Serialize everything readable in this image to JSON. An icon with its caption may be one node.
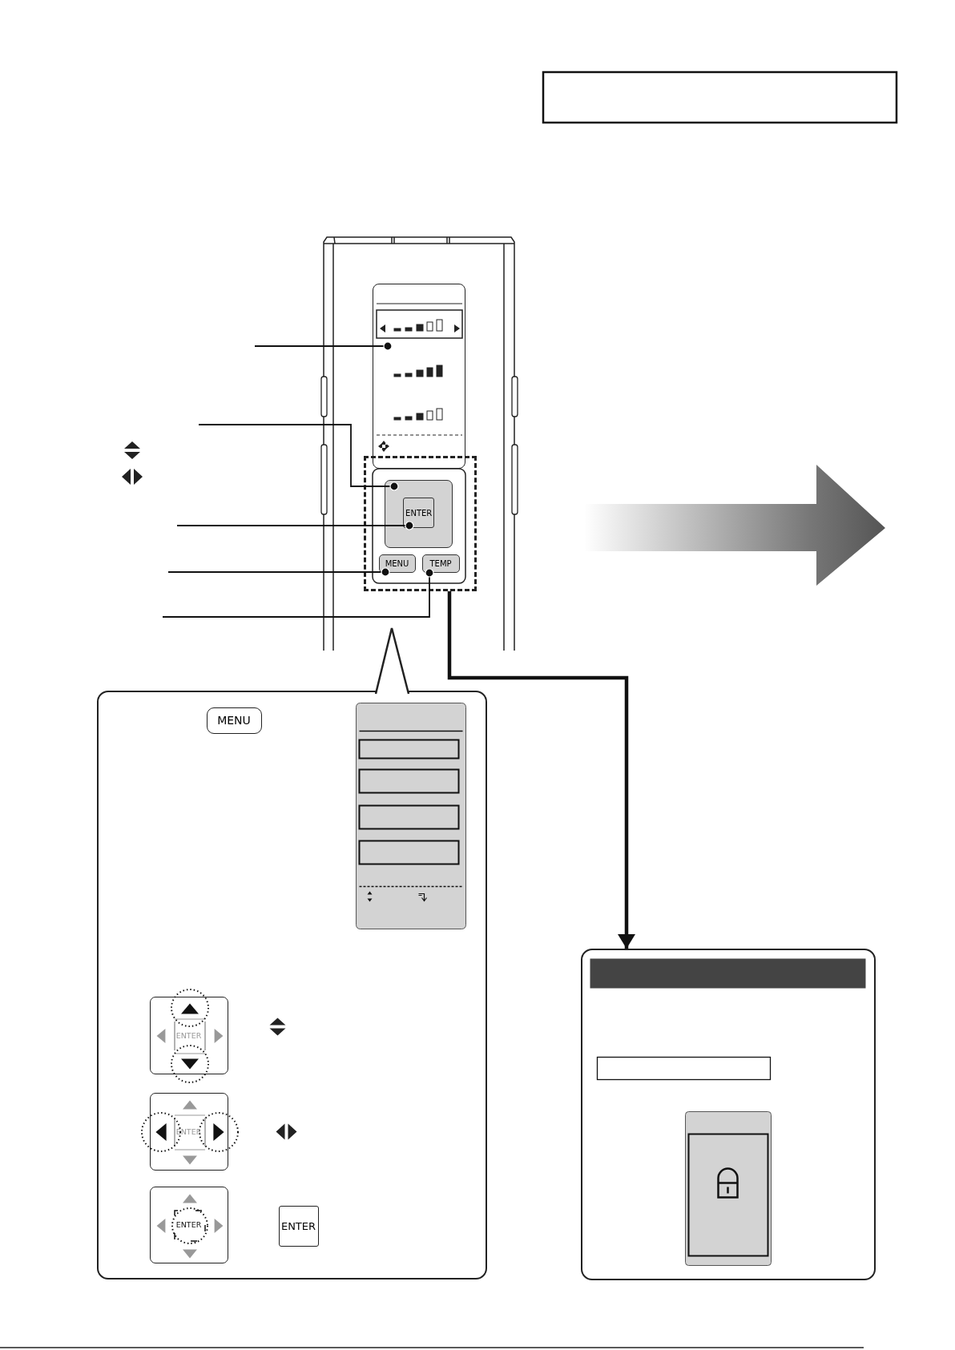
{
  "diagram": {
    "nodes": [
      {
        "text": [],
        "shape": "box"
      },
      {
        "text": [],
        "shape": "box"
      },
      {
        "text": [],
        "shape": "box",
        "in": 1
      },
      {
        "text": [
          "ENTER"
        ],
        "in": 2
      },
      {
        "text": [
          "MENU"
        ],
        "in": 1
      },
      {
        "text": [
          "TEMP"
        ],
        "in": 1
      },
      {
        "text": [],
        "shape": "box"
      },
      {
        "text": [],
        "shape": "box"
      },
      {
        "text": [
          "MENU"
        ],
        "in": 7
      },
      {
        "text": [
          "ENTER"
        ],
        "in": 7
      },
      {
        "text": [
          "ENTER"
        ],
        "in": 7
      },
      {
        "text": [
          "ENTER"
        ],
        "in": 7
      },
      {
        "text": [
          "ENTER"
        ],
        "in": 7
      }
    ],
    "edges": [
      {
        "from": null,
        "to": 0,
        "arrow": "other"
      },
      {
        "from": null,
        "to": 2,
        "arrow": "other"
      },
      {
        "from": null,
        "to": 3,
        "arrow": "other"
      },
      {
        "from": null,
        "to": 4,
        "arrow": "other"
      },
      {
        "from": null,
        "to": 5,
        "arrow": "other"
      },
      {
        "from": 1,
        "to": 6,
        "arrow": "to",
        "style": "thick"
      }
    ]
  }
}
